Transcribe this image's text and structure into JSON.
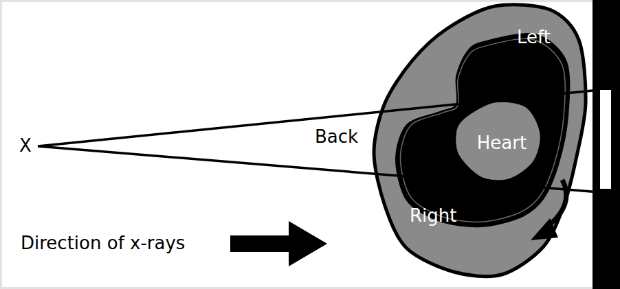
{
  "diagram": {
    "nodes": [
      {
        "text": [
          "Heart"
        ]
      }
    ],
    "labels": [
      "X",
      "Back",
      "Left",
      "Right",
      "Direction of x-rays"
    ]
  }
}
